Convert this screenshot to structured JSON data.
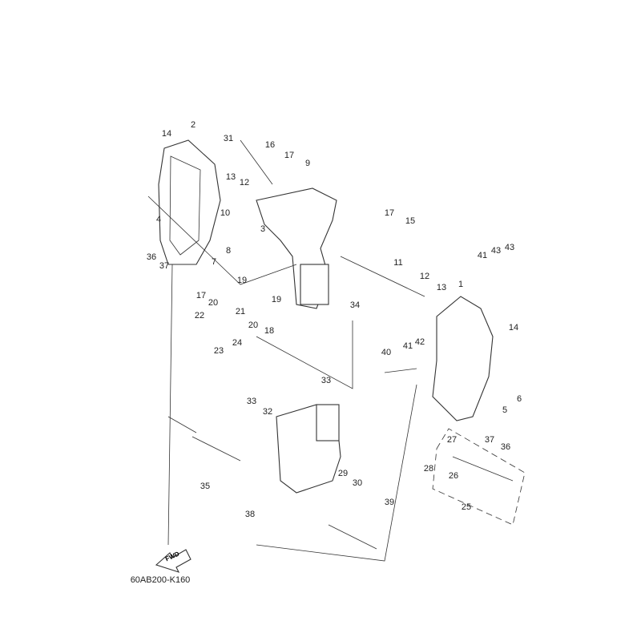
{
  "diagram": {
    "code": "60AB200-K160",
    "fwd_label": "FWD",
    "callouts": [
      {
        "id": "c1",
        "text": "1"
      },
      {
        "id": "c2",
        "text": "2"
      },
      {
        "id": "c3",
        "text": "3"
      },
      {
        "id": "c4",
        "text": "4"
      },
      {
        "id": "c5",
        "text": "5"
      },
      {
        "id": "c6",
        "text": "6"
      },
      {
        "id": "c7",
        "text": "7"
      },
      {
        "id": "c8",
        "text": "8"
      },
      {
        "id": "c9",
        "text": "9"
      },
      {
        "id": "c10",
        "text": "10"
      },
      {
        "id": "c11",
        "text": "11"
      },
      {
        "id": "c12a",
        "text": "12"
      },
      {
        "id": "c12b",
        "text": "12"
      },
      {
        "id": "c13a",
        "text": "13"
      },
      {
        "id": "c13b",
        "text": "13"
      },
      {
        "id": "c14a",
        "text": "14"
      },
      {
        "id": "c14b",
        "text": "14"
      },
      {
        "id": "c15",
        "text": "15"
      },
      {
        "id": "c16",
        "text": "16"
      },
      {
        "id": "c17a",
        "text": "17"
      },
      {
        "id": "c17b",
        "text": "17"
      },
      {
        "id": "c17c",
        "text": "17"
      },
      {
        "id": "c18",
        "text": "18"
      },
      {
        "id": "c19a",
        "text": "19"
      },
      {
        "id": "c19b",
        "text": "19"
      },
      {
        "id": "c20a",
        "text": "20"
      },
      {
        "id": "c20b",
        "text": "20"
      },
      {
        "id": "c21",
        "text": "21"
      },
      {
        "id": "c22",
        "text": "22"
      },
      {
        "id": "c23",
        "text": "23"
      },
      {
        "id": "c24",
        "text": "24"
      },
      {
        "id": "c25",
        "text": "25"
      },
      {
        "id": "c26",
        "text": "26"
      },
      {
        "id": "c27",
        "text": "27"
      },
      {
        "id": "c28",
        "text": "28"
      },
      {
        "id": "c29",
        "text": "29"
      },
      {
        "id": "c30",
        "text": "30"
      },
      {
        "id": "c31",
        "text": "31"
      },
      {
        "id": "c32",
        "text": "32"
      },
      {
        "id": "c33a",
        "text": "33"
      },
      {
        "id": "c33b",
        "text": "33"
      },
      {
        "id": "c34",
        "text": "34"
      },
      {
        "id": "c35",
        "text": "35"
      },
      {
        "id": "c36a",
        "text": "36"
      },
      {
        "id": "c36b",
        "text": "36"
      },
      {
        "id": "c37a",
        "text": "37"
      },
      {
        "id": "c37b",
        "text": "37"
      },
      {
        "id": "c38",
        "text": "38"
      },
      {
        "id": "c39",
        "text": "39"
      },
      {
        "id": "c40",
        "text": "40"
      },
      {
        "id": "c41a",
        "text": "41"
      },
      {
        "id": "c41b",
        "text": "41"
      },
      {
        "id": "c42",
        "text": "42"
      },
      {
        "id": "c43a",
        "text": "43"
      },
      {
        "id": "c43b",
        "text": "43"
      }
    ]
  }
}
